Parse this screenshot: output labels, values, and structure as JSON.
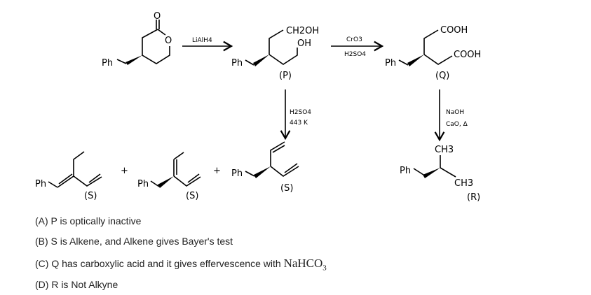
{
  "scheme": {
    "reactant": {
      "carbonyl_o": "O",
      "ring_o": "O",
      "ph": "Ph"
    },
    "step1": {
      "reagent": "LiAlH4"
    },
    "p": {
      "ph": "Ph",
      "ch2oh": "CH2OH",
      "oh": "OH",
      "label": "(P)"
    },
    "step2": {
      "reagent_top": "CrO3",
      "reagent_bottom": "H2SO4"
    },
    "q": {
      "ph": "Ph",
      "cooh_top": "COOH",
      "cooh_right": "COOH",
      "label": "(Q)"
    },
    "step3": {
      "reagent_1": "H2SO4",
      "reagent_2": "443 K"
    },
    "step4": {
      "reagent_1": "NaOH",
      "reagent_2": "CaO, Δ"
    },
    "s_products": [
      {
        "ph": "Ph",
        "label": "(S)"
      },
      {
        "ph": "Ph",
        "label": "(S)"
      },
      {
        "ph": "Ph",
        "label": "(S)"
      }
    ],
    "plus": "+",
    "r": {
      "ph": "Ph",
      "ch3_top": "CH3",
      "ch3_right": "CH3",
      "label": "(R)"
    }
  },
  "options": {
    "a": "(A) P is optically inactive",
    "b": "(B) S is Alkene, and Alkene gives Bayer's test",
    "c": "(C) Q has carboxylic acid and it gives effervescence with ",
    "c_formula": "NaHCO",
    "c_formula_sub": "3",
    "d": "(D) R is Not Alkyne"
  }
}
